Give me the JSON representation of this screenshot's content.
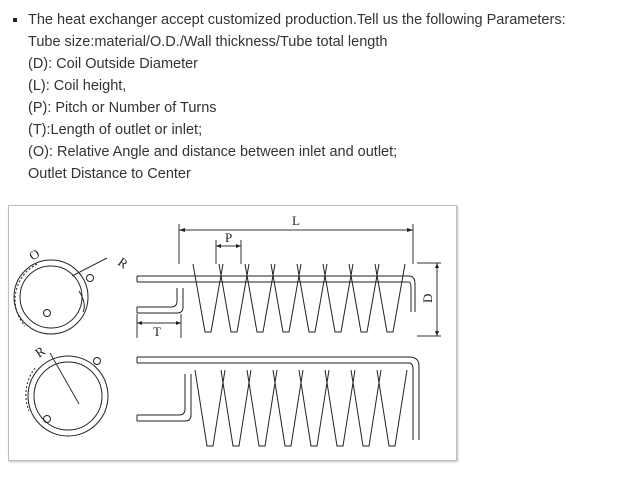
{
  "spec_list": {
    "lines": [
      "The heat exchanger accept customized production.Tell us the following Parameters:",
      "Tube size:material/O.D./Wall thickness/Tube total length",
      "(D): Coil Outside Diameter",
      "(L): Coil height,",
      "(P): Pitch or Number of Turns",
      "(T):Length of outlet or inlet;",
      "(O): Relative Angle and distance between inlet and outlet;",
      "Outlet Distance to Center"
    ]
  },
  "diagram": {
    "labels": {
      "L": "L",
      "P": "P",
      "T": "T",
      "D": "D",
      "O": "O",
      "R_top": "R",
      "R_bottom": "R"
    }
  }
}
